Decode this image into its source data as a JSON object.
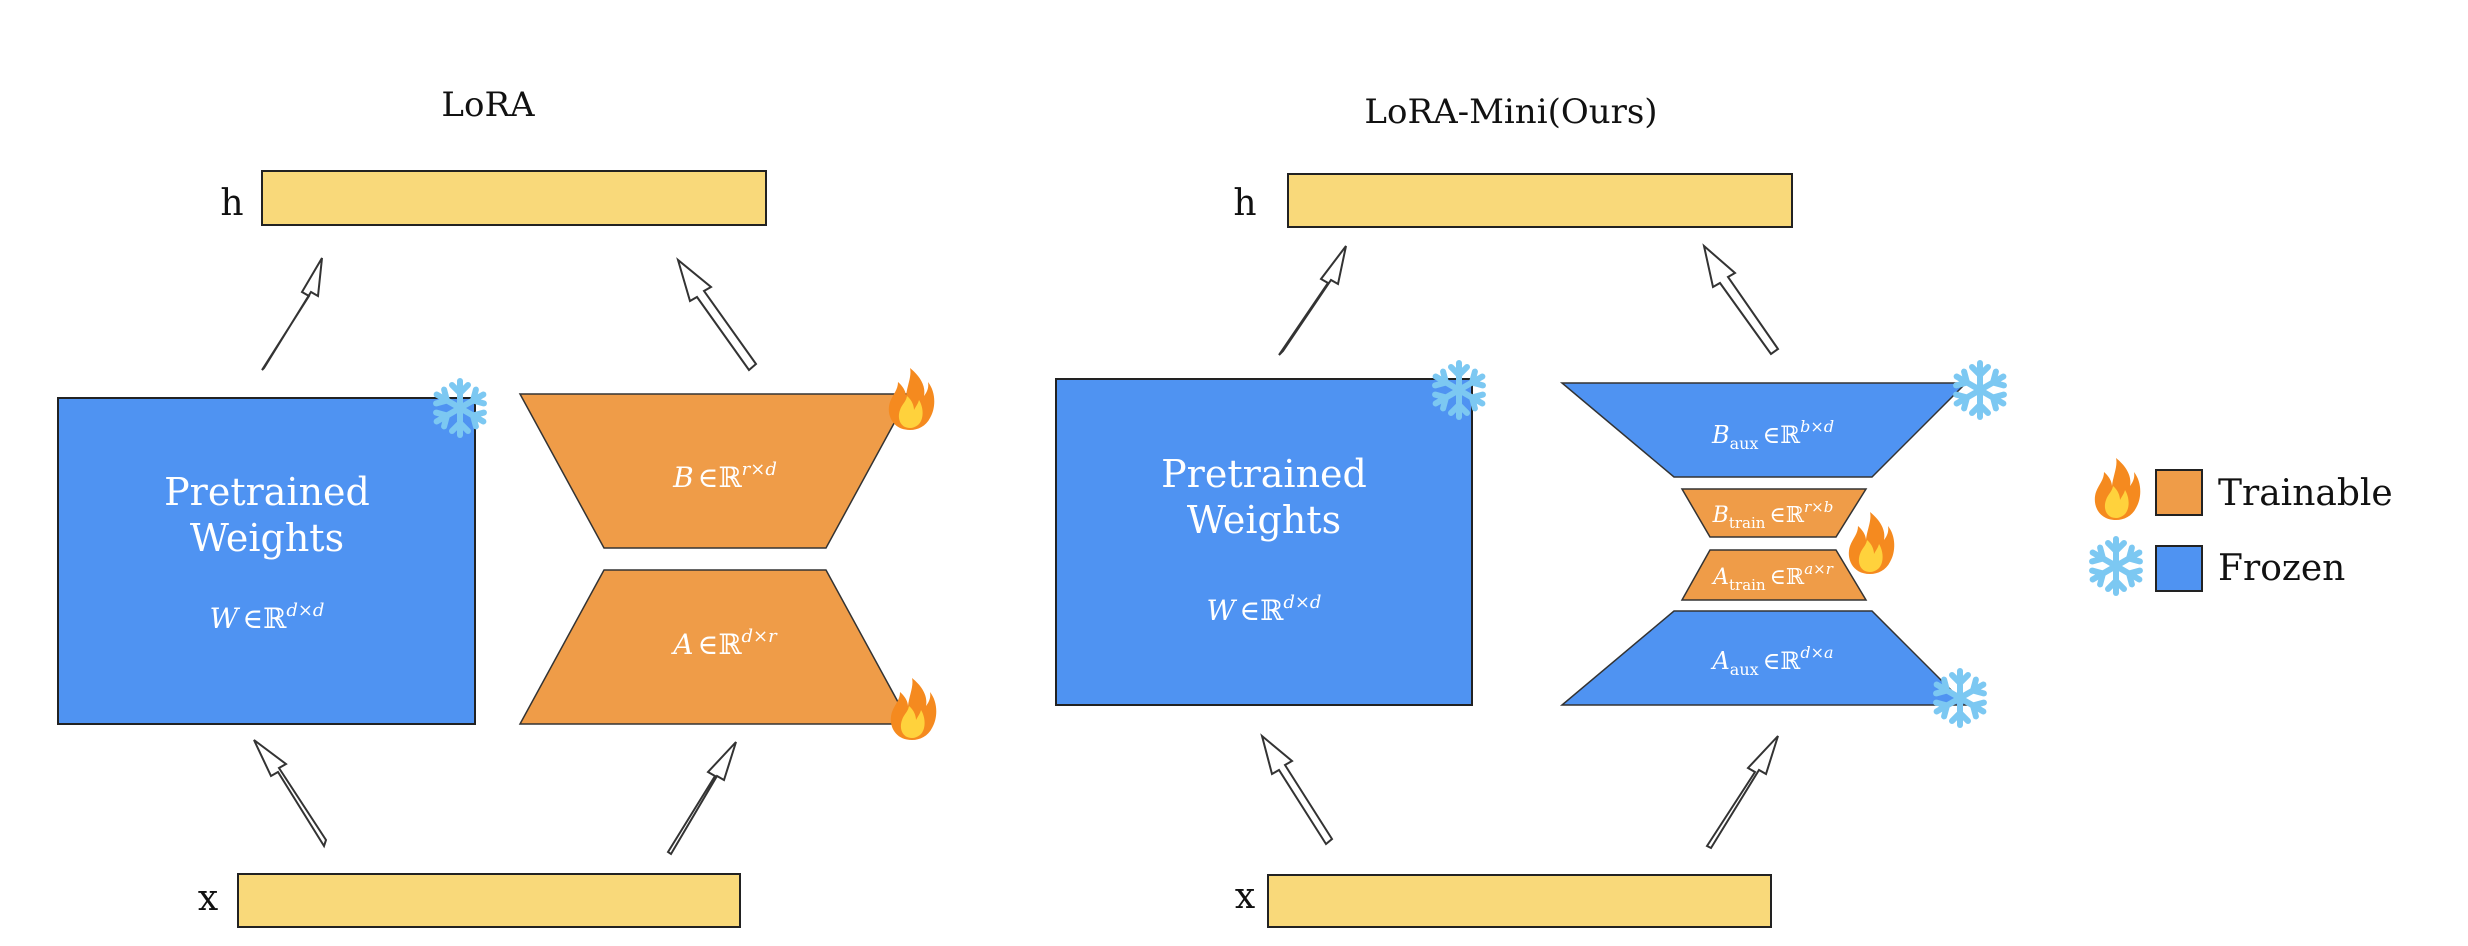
{
  "left": {
    "title": "LoRA",
    "output_label": "h",
    "input_label": "x",
    "pretrained": {
      "line1": "Pretrained",
      "line2": "Weights",
      "var": "W",
      "dims": "d×d"
    },
    "B": {
      "var": "B",
      "dims": "r×d"
    },
    "A": {
      "var": "A",
      "dims": "d×r"
    }
  },
  "right": {
    "title": "LoRA-Mini(Ours)",
    "output_label": "h",
    "input_label": "x",
    "pretrained": {
      "line1": "Pretrained",
      "line2": "Weights",
      "var": "W",
      "dims": "d×d"
    },
    "B_aux": {
      "var": "B",
      "sub": "aux",
      "dims": "b×d"
    },
    "B_train": {
      "var": "B",
      "sub": "train",
      "dims": "r×b"
    },
    "A_train": {
      "var": "A",
      "sub": "train",
      "dims": "a×r"
    },
    "A_aux": {
      "var": "A",
      "sub": "aux",
      "dims": "d×a"
    }
  },
  "legend": {
    "trainable": "Trainable",
    "frozen": "Frozen"
  },
  "symbols": {
    "in_reals": "∈ℝ"
  },
  "icons": {
    "trainable": "fire-icon",
    "frozen": "snowflake-icon"
  },
  "colors": {
    "yellow": "#F9D97A",
    "blue": "#4F93F2",
    "orange": "#EF9C48",
    "snow": "#7CC8F2",
    "fire_outer": "#F58A1F",
    "fire_inner": "#FFD23C"
  }
}
